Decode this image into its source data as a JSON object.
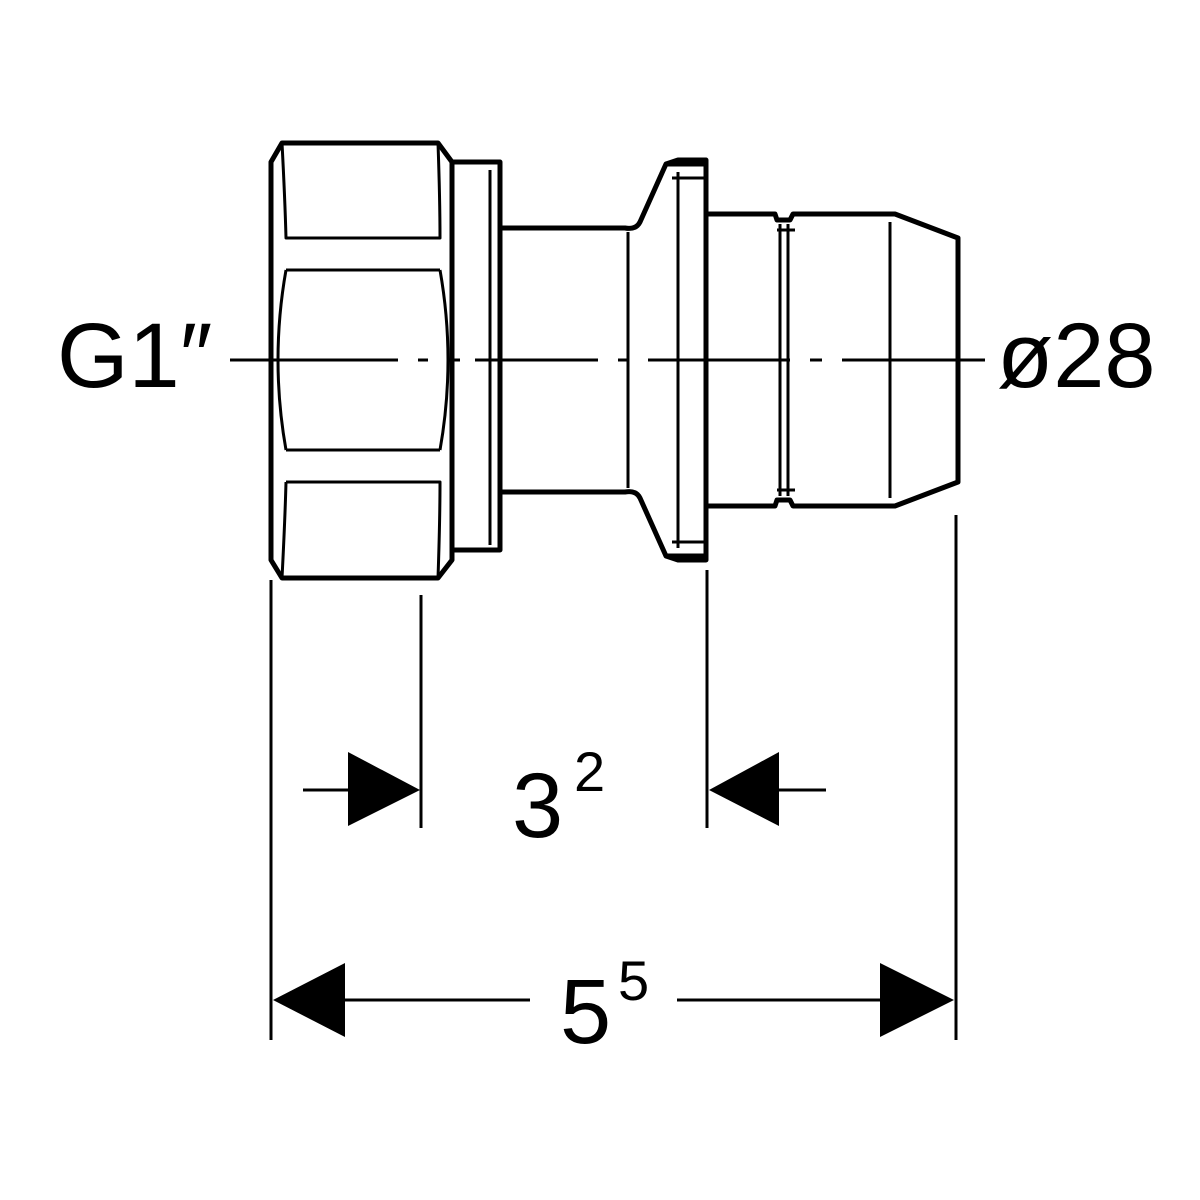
{
  "labels": {
    "thread": "G1″",
    "diameter": "ø28"
  },
  "dimensions": {
    "insertion": {
      "base": "3",
      "sup": "2"
    },
    "overall": {
      "base": "5",
      "sup": "5"
    }
  },
  "colors": {
    "line": "#000000",
    "background": "#ffffff"
  }
}
